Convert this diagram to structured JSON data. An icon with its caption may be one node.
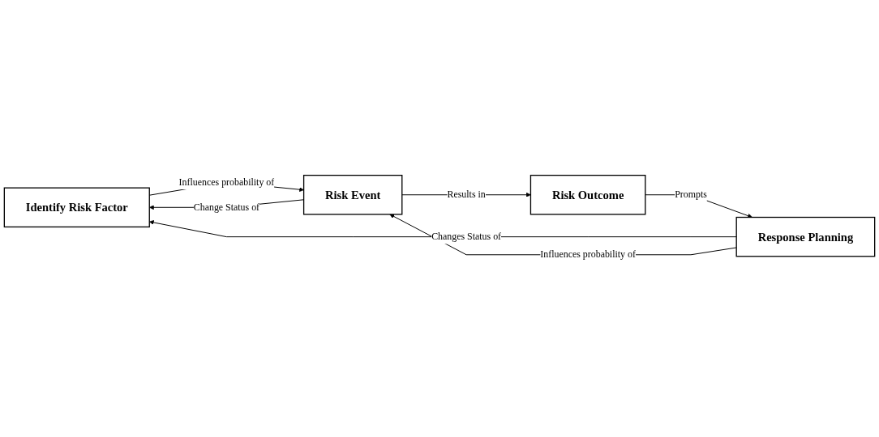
{
  "diagram": {
    "nodes": [
      {
        "text": [
          "Identify Risk Factor"
        ]
      },
      {
        "text": [
          "Risk Event"
        ]
      },
      {
        "text": [
          "Risk Outcome"
        ]
      },
      {
        "text": [
          "Response Planning"
        ]
      }
    ],
    "edges": [
      {
        "from": 0,
        "to": 1,
        "arrow": "to",
        "label": "Influences probability of"
      },
      {
        "from": 1,
        "to": 2,
        "arrow": "to",
        "label": "Results in"
      },
      {
        "from": 2,
        "to": 3,
        "arrow": "to",
        "label": "Prompts"
      },
      {
        "from": 3,
        "to": 0,
        "arrow": "to",
        "label": "Changes Status of"
      },
      {
        "from": 1,
        "to": 0,
        "arrow": "to",
        "label": "Change Status of"
      },
      {
        "from": 3,
        "to": 1,
        "arrow": "to",
        "label": "Influences probability of"
      }
    ]
  }
}
